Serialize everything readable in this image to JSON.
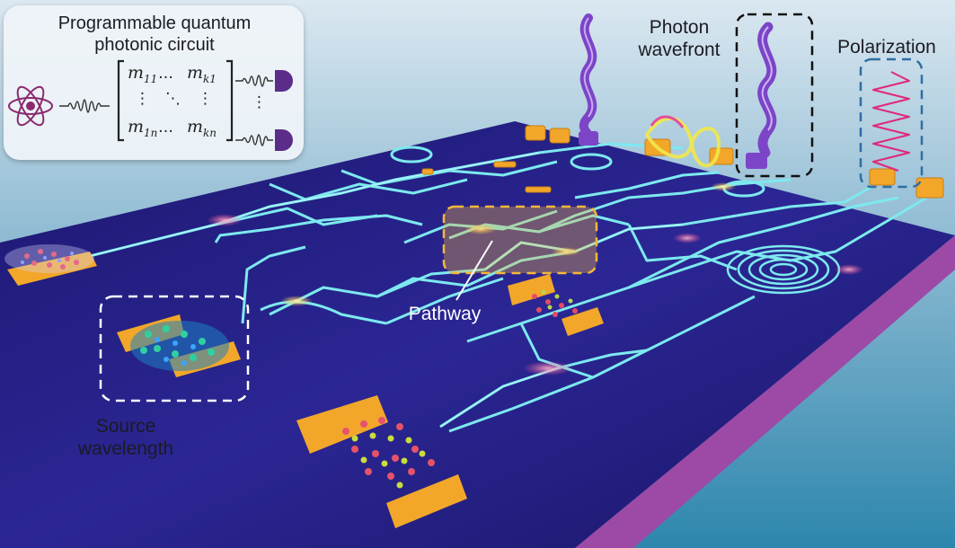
{
  "labels": {
    "photon_wavefront": [
      "Photon",
      "wavefront"
    ],
    "polarization": "Polarization",
    "pathway": "Pathway",
    "source_wavelength": [
      "Source",
      "wavelength"
    ]
  },
  "inset": {
    "title": [
      "Programmable quantum",
      "photonic circuit"
    ],
    "matrix": {
      "m11": "m",
      "m11_sub": "11",
      "mk1": "m",
      "mk1_sub": "k1",
      "m1n": "m",
      "m1n_sub": "1n",
      "mkn": "m",
      "mkn_sub": "kn",
      "hdots": "…",
      "vdots": "⋮",
      "ddots": "⋱"
    }
  },
  "colors": {
    "chip": "#2a2289",
    "chip_edge": "#a34aa8",
    "waveguide": "#7de9ef",
    "electrode": "#f2a72a",
    "wavefront": "#7c45c8",
    "polarization": "#e0287a",
    "highlight_box": "#f5b73b"
  },
  "icons": [
    "atom-icon",
    "photon-pulse-icon",
    "detector-icon"
  ]
}
